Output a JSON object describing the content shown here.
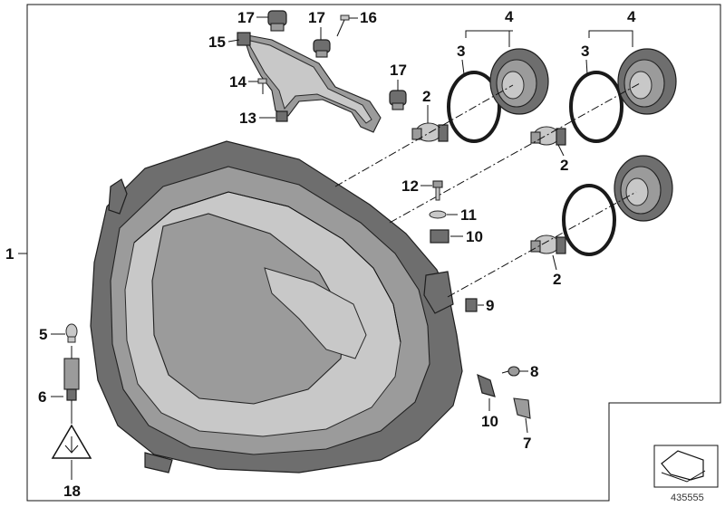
{
  "diagram": {
    "callouts": {
      "c1": "1",
      "c2a": "2",
      "c2b": "2",
      "c2c": "2",
      "c3a": "3",
      "c3b": "3",
      "c4a": "4",
      "c4b": "4",
      "c5": "5",
      "c6": "6",
      "c7": "7",
      "c8": "8",
      "c9": "9",
      "c10a": "10",
      "c10b": "10",
      "c11": "11",
      "c12": "12",
      "c13": "13",
      "c14": "14",
      "c15": "15",
      "c16": "16",
      "c17a": "17",
      "c17b": "17",
      "c17c": "17",
      "c18": "18"
    },
    "catalog_number": "435555"
  },
  "colors": {
    "line": "#111111",
    "part_dark": "#6e6e6e",
    "part_mid": "#9b9b9b",
    "part_light": "#c8c8c8",
    "background": "#ffffff"
  },
  "icons": [
    "direction-arrow-icon",
    "warning-triangle-icon"
  ]
}
